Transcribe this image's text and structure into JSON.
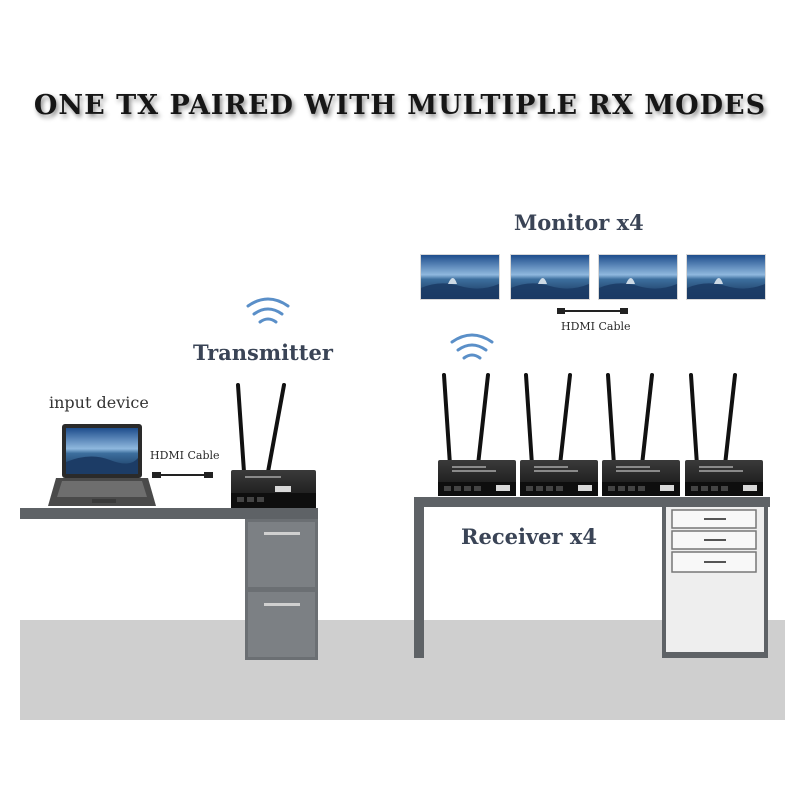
{
  "title": "ONE TX PAIRED WITH MULTIPLE RX MODES",
  "labels": {
    "input_device": "input device",
    "transmitter": "Transmitter",
    "monitor": "Monitor x4",
    "receiver": "Receiver x4",
    "hdmi_cable_left": "HDMI Cable",
    "hdmi_cable_right": "HDMI Cable"
  },
  "colors": {
    "floor": "#cfcfcf",
    "desk": "#5e6266",
    "cabinet": "#6b6f73",
    "device": "#1b1b1b",
    "label": "#2f3a4a",
    "wifi": "#5a8fc8"
  }
}
